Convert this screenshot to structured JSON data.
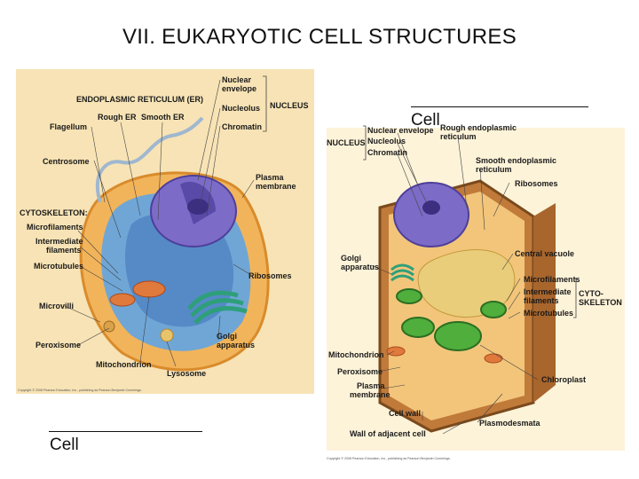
{
  "title": "VII.  EUKARYOTIC CELL STRUCTURES",
  "animal": {
    "labels": {
      "er": "ENDOPLASMIC RETICULUM (ER)",
      "rough_er": "Rough ER",
      "smooth_er": "Smooth ER",
      "flagellum": "Flagellum",
      "centrosome": "Centrosome",
      "cytoskeleton": "CYTOSKELETON:",
      "microfilaments": "Microfilaments",
      "intermediate1": "Intermediate",
      "intermediate2": "filaments",
      "microtubules": "Microtubules",
      "microvilli": "Microvilli",
      "peroxisome": "Peroxisome",
      "mitochondrion": "Mitochondrion",
      "lysosome": "Lysosome",
      "golgi1": "Golgi",
      "golgi2": "apparatus",
      "ribosomes": "Ribosomes",
      "plasma1": "Plasma",
      "plasma2": "membrane",
      "nuclear1": "Nuclear",
      "nuclear2": "envelope",
      "nucleolus": "Nucleolus",
      "chromatin": "Chromatin",
      "nucleus": "NUCLEUS"
    },
    "credit": "Copyright © 2008 Pearson Education, Inc., publishing as Pearson Benjamin Cummings."
  },
  "plant": {
    "labels": {
      "nucleus": "NUCLEUS",
      "nuclear_env": "Nuclear envelope",
      "nucleolus": "Nucleolus",
      "chromatin": "Chromatin",
      "rough1": "Rough endoplasmic",
      "rough2": "reticulum",
      "smooth1": "Smooth endoplasmic",
      "smooth2": "reticulum",
      "ribosomes": "Ribosomes",
      "central_vacuole": "Central vacuole",
      "golgi1": "Golgi",
      "golgi2": "apparatus",
      "microfilaments": "Microfilaments",
      "intermediate1": "Intermediate",
      "intermediate2": "filaments",
      "microtubules": "Microtubules",
      "cyto1": "CYTO-",
      "cyto2": "SKELETON",
      "mitochondrion": "Mitochondrion",
      "peroxisome": "Peroxisome",
      "plasma1": "Plasma",
      "plasma2": "membrane",
      "chloroplast": "Chloroplast",
      "cell_wall": "Cell wall",
      "plasmodesmata": "Plasmodesmata",
      "wall_adjacent": "Wall of adjacent cell"
    },
    "credit": "Copyright © 2008 Pearson Education, Inc., publishing as Pearson Benjamin Cummings."
  },
  "answer_plant": "Cell",
  "answer_animal": "Cell"
}
